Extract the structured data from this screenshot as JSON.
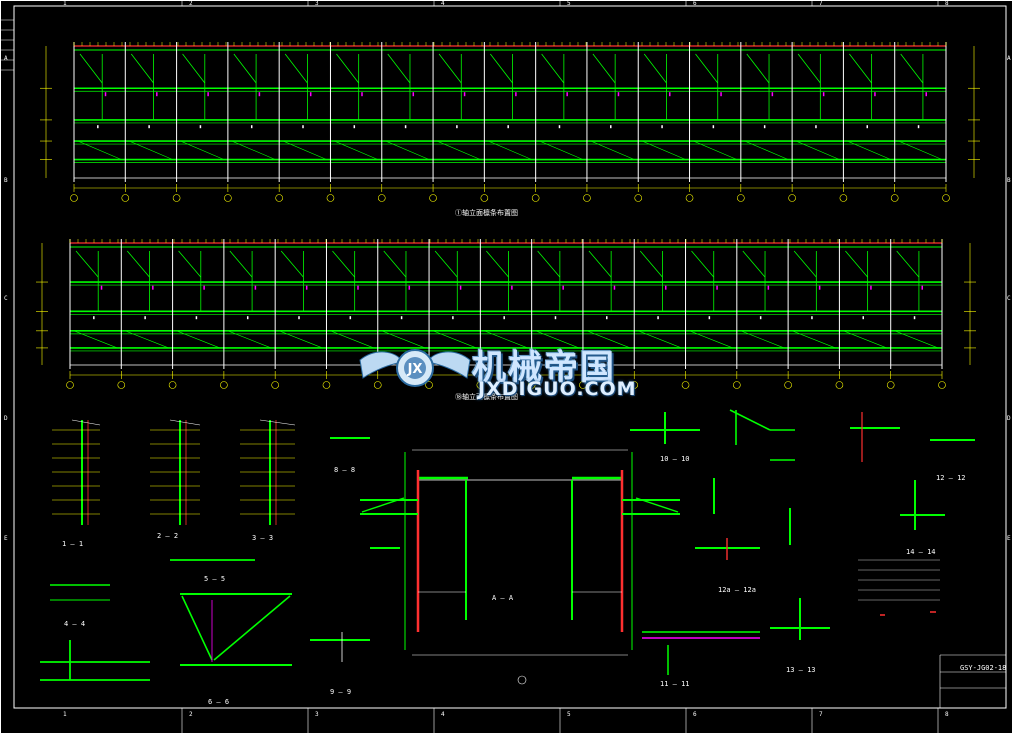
{
  "drawing": {
    "column_marks": [
      "1",
      "2",
      "3",
      "4",
      "5",
      "6",
      "7",
      "8"
    ],
    "row_marks": [
      "A",
      "B",
      "C",
      "D",
      "E"
    ],
    "elevation_1_title": "①轴立面檩条布置图",
    "elevation_2_title": "⑱轴立面檩条布置图",
    "details": {
      "sec_1_1": "1 — 1",
      "sec_2_2": "2 — 2",
      "sec_3_3": "3 — 3",
      "sec_4_4": "4 — 4",
      "sec_5_5": "5 — 5",
      "sec_6_6": "6 — 6",
      "sec_8_8": "8 — 8",
      "sec_9_9": "9 — 9",
      "sec_10_10": "10 — 10",
      "sec_11_11": "11 — 11",
      "sec_12_12": "12 — 12",
      "sec_12a_12a": "12a — 12a",
      "sec_13_13": "13 — 13",
      "sec_14_14": "14 — 14",
      "sec_a_a": "A — A"
    },
    "drawing_number": "GSY-JG02-18"
  },
  "watermark": {
    "brand_cn": "机械帝国",
    "brand_en": "JXDIGUO.COM"
  },
  "colors": {
    "background": "#000000",
    "frame": "#ffffff",
    "structure": "#00ff00",
    "dimension": "#ffff00",
    "annotation": "#ff00ff",
    "member": "#ff3030",
    "accent": "#00ffff"
  }
}
